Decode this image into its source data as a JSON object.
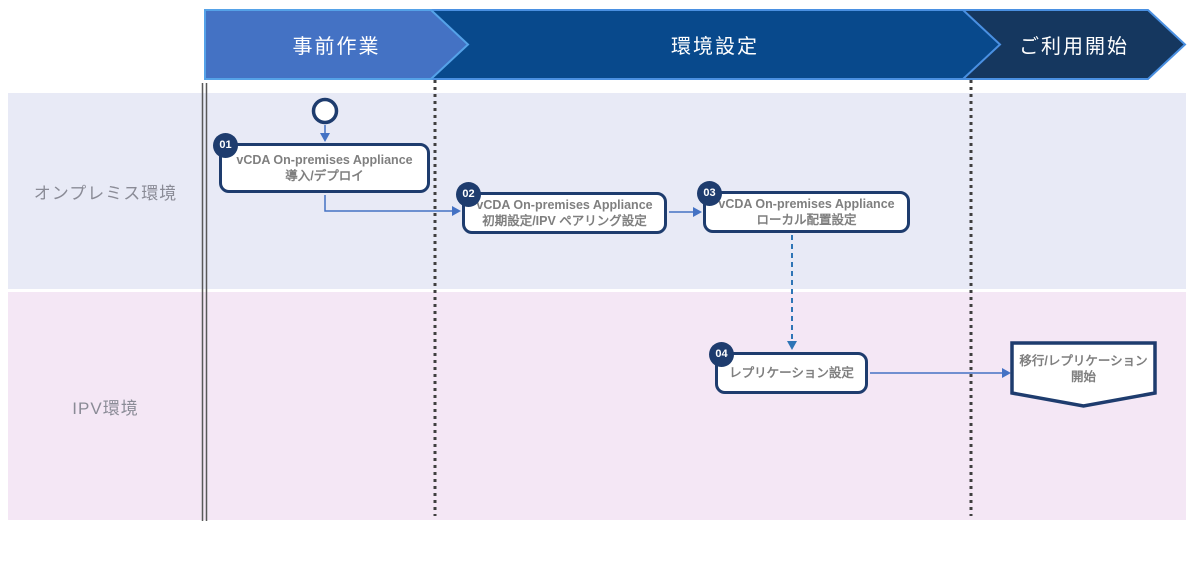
{
  "phases": [
    {
      "label": "事前作業",
      "fill": "#4472c4",
      "outline": "#55a2e8"
    },
    {
      "label": "環境設定",
      "fill": "#08498c",
      "outline": "#4a90e2"
    },
    {
      "label": "ご利用開始",
      "fill": "#15375f",
      "outline": "#4a90e2"
    }
  ],
  "lanes": [
    {
      "label": "オンプレミス環境",
      "fill": "#e8eaf6"
    },
    {
      "label": "IPV環境",
      "fill": "#f4e7f5"
    }
  ],
  "steps": [
    {
      "number": "01",
      "line1": "vCDA On-premises Appliance",
      "line2": "導入/デプロイ"
    },
    {
      "number": "02",
      "line1": "vCDA On-premises Appliance",
      "line2": "初期設定/IPV ペアリング設定"
    },
    {
      "number": "03",
      "line1": "vCDA On-premises Appliance",
      "line2": "ローカル配置設定"
    },
    {
      "number": "04",
      "line1": "レプリケーション設定"
    }
  ],
  "end_node": {
    "line1": "移行/レプリケーション",
    "line2": "開始"
  },
  "colors": {
    "node_border": "#1e3c6e",
    "connector_solid": "#4472c4",
    "connector_dashed": "#2e75b6",
    "phase_separator_dots": "#3f3f3f",
    "swimlane_double_rule": "#595959",
    "box_text": "#7f7f7f",
    "lane_label_text": "#8a8b96"
  }
}
